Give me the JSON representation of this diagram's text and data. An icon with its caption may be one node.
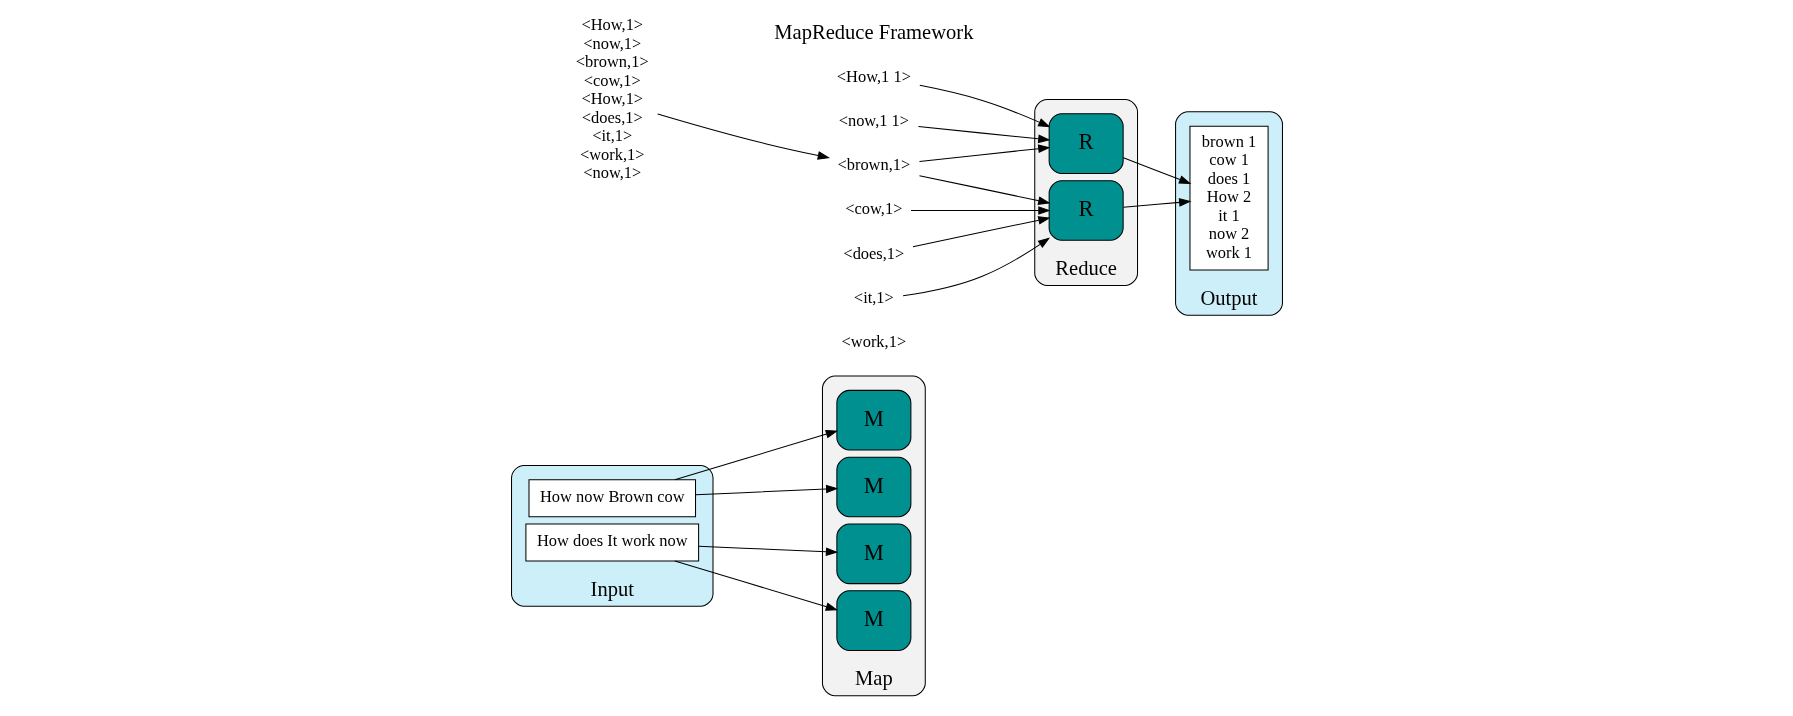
{
  "diagram": {
    "nodes": [
      {
        "text": [
          "Input"
        ]
      },
      {
        "text": [
          "How now Brown cow"
        ],
        "in": 0
      },
      {
        "text": [
          "How does It work now"
        ],
        "in": 0
      },
      {
        "text": [
          "Map"
        ]
      },
      {
        "text": [
          "M"
        ],
        "in": 3
      },
      {
        "text": [
          "M"
        ],
        "in": 3
      },
      {
        "text": [
          "M"
        ],
        "in": 3
      },
      {
        "text": [
          "M"
        ],
        "in": 3
      },
      {
        "text": [
          "<How,1>",
          "<now,1>",
          "<brown,1>",
          "<cow,1>",
          "<How,1>",
          "<does,1>",
          "<it,1>",
          "<work,1>",
          "<now,1>"
        ]
      },
      {
        "text": [
          "<How,1 1>"
        ]
      },
      {
        "text": [
          "<now,1 1>"
        ]
      },
      {
        "text": [
          "<brown,1>"
        ]
      },
      {
        "text": [
          "<cow,1>"
        ]
      },
      {
        "text": [
          "<does,1>"
        ]
      },
      {
        "text": [
          "<it,1>"
        ]
      },
      {
        "text": [
          "<work,1>"
        ]
      },
      {
        "text": [
          "Reduce"
        ]
      },
      {
        "text": [
          "R"
        ],
        "in": 16
      },
      {
        "text": [
          "R"
        ],
        "in": 16
      },
      {
        "text": [
          "Output"
        ]
      },
      {
        "text": [
          "brown 1",
          "cow 1",
          "does 1",
          "How 2",
          "it 1",
          "now 2",
          "work 1"
        ],
        "in": 19
      }
    ],
    "edges": [
      {
        "from": 1,
        "to": 4,
        "arrow": "to"
      },
      {
        "from": 1,
        "to": 5,
        "arrow": "to"
      },
      {
        "from": 2,
        "to": 6,
        "arrow": "to"
      },
      {
        "from": 2,
        "to": 7,
        "arrow": "to"
      },
      {
        "from": 8,
        "to": 11,
        "arrow": "to"
      },
      {
        "from": 9,
        "to": 17,
        "arrow": "to"
      },
      {
        "from": 10,
        "to": 17,
        "arrow": "to"
      },
      {
        "from": 11,
        "to": 17,
        "arrow": "to"
      },
      {
        "from": 11,
        "to": 18,
        "arrow": "to"
      },
      {
        "from": 12,
        "to": 18,
        "arrow": "to"
      },
      {
        "from": 13,
        "to": 18,
        "arrow": "to"
      },
      {
        "from": 14,
        "to": 18,
        "arrow": "to"
      },
      {
        "from": 17,
        "to": 20,
        "arrow": "to"
      },
      {
        "from": 18,
        "to": 20,
        "arrow": "to"
      }
    ],
    "labels": [
      "MapReduce Framework"
    ]
  }
}
